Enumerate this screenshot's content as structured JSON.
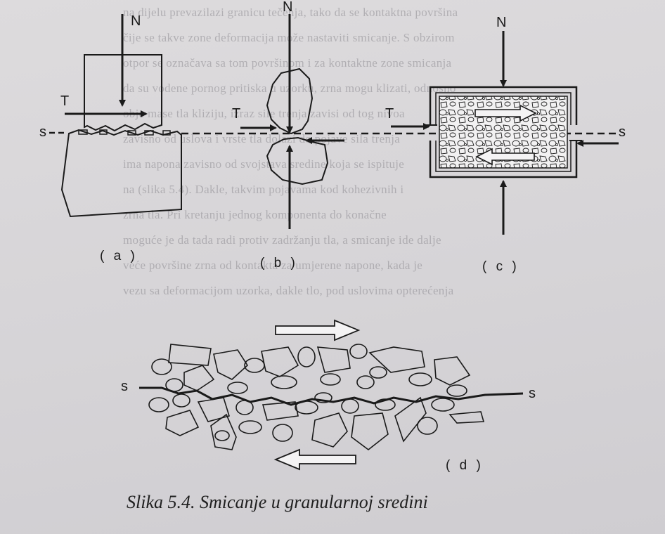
{
  "caption": "Slika 5.4. Smicanje u granularnoj sredini",
  "labels": {
    "normal_force": "N",
    "shear_force": "T",
    "shear_plane": "s"
  },
  "panels": {
    "a": "( a )",
    "b": "( b )",
    "c": "( c )",
    "d": "( d )"
  },
  "background_text": [
    "na dijelu prevazilazi granicu tečenja, tako da se kontaktna površina",
    "čije se takve zone deformacija može nastaviti smicanje. S obzirom",
    "otpor se označava sa tom površinom i za kontaktne zone smicanja",
    "da su vodene pornog pritiska u uzorku, zrna mogu klizati, odnosno",
    "obje mase tla kliziju, izraz sile trenja zavisi od tog nivoa",
    "zavisno od uslova i vrste tla dolazi do pojave sila trenja",
    "ima napona zavisno od svojstava sredine koja se ispituje",
    "na (slika 5.4). Dakle, takvim pojavama kod kohezivnih i",
    "zrna tla. Pri kretanju jednog komponenta do konačne",
    "moguće je da tada radi protiv zadržanju tla, a smicanje ide dalje",
    "veće površine zrna od kontakta za umjerene napone, kada je",
    "vezu sa deformacijom uzorka, dakle tlo, pod uslovima opterećenja"
  ],
  "colors": {
    "ink": "#1a1a1a",
    "paper": "#d9d7d9",
    "box_fill": "#b6b4b8",
    "box_inner": "#f4f3f4"
  }
}
